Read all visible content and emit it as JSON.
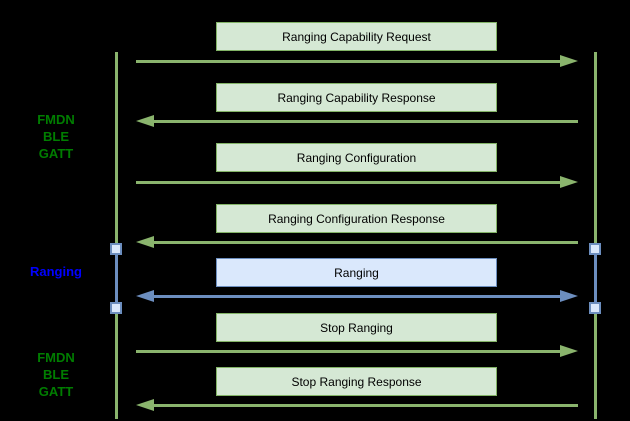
{
  "diagram": {
    "phases": [
      {
        "lines": [
          "FMDN",
          "BLE",
          "GATT"
        ],
        "color": "green"
      },
      {
        "lines": [
          "Ranging"
        ],
        "color": "blue"
      },
      {
        "lines": [
          "FMDN",
          "BLE",
          "GATT"
        ],
        "color": "green"
      }
    ],
    "messages": [
      {
        "label": "Ranging Capability Request",
        "direction": "right",
        "color": "green"
      },
      {
        "label": "Ranging Capability Response",
        "direction": "left",
        "color": "green"
      },
      {
        "label": "Ranging Configuration",
        "direction": "right",
        "color": "green"
      },
      {
        "label": "Ranging Configuration Response",
        "direction": "left",
        "color": "green"
      },
      {
        "label": "Ranging",
        "direction": "both",
        "color": "blue"
      },
      {
        "label": "Stop Ranging",
        "direction": "right",
        "color": "green"
      },
      {
        "label": "Stop Ranging Response",
        "direction": "left",
        "color": "green"
      }
    ],
    "colors": {
      "background": "#000000",
      "green_line": "#8ab46d",
      "green_fill": "#d5e8d4",
      "green_stroke": "#82b366",
      "blue_line": "#6c8ebf",
      "blue_fill": "#dae8fc",
      "blue_stroke": "#6c8ebf",
      "green_label": "#007d00",
      "blue_label": "#0000ff"
    }
  }
}
